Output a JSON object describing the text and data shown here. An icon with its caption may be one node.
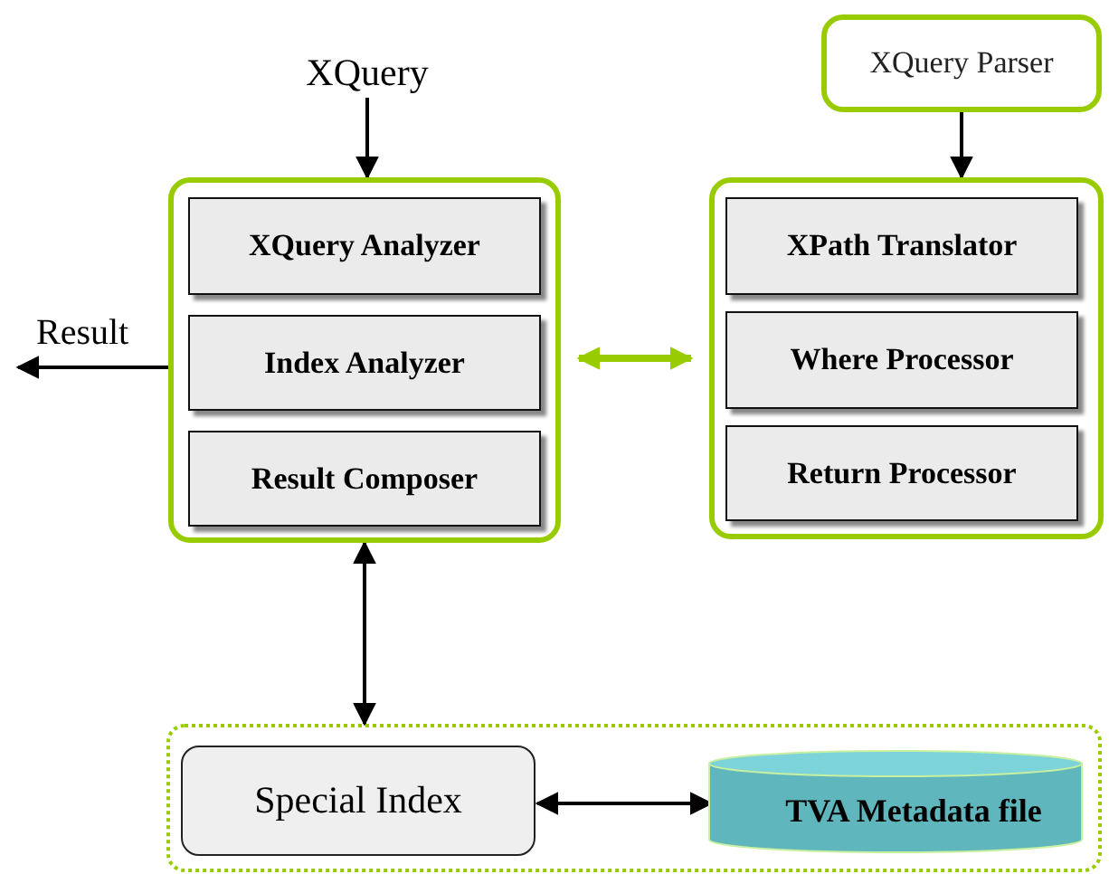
{
  "diagram": {
    "nodes": [
      {
        "text": [
          "XQuery"
        ]
      },
      {
        "text": [],
        "shape": "box"
      },
      {
        "text": [
          "XQuery Analyzer"
        ],
        "in": 1
      },
      {
        "text": [
          "Index Analyzer"
        ],
        "in": 1
      },
      {
        "text": [
          "Result Composer"
        ],
        "in": 1
      },
      {
        "text": [
          "XQuery Parser"
        ]
      },
      {
        "text": [],
        "shape": "box"
      },
      {
        "text": [
          "XPath Translator"
        ],
        "in": 6
      },
      {
        "text": [
          "Where Processor"
        ],
        "in": 6
      },
      {
        "text": [
          "Return Processor"
        ],
        "in": 6
      },
      {
        "text": [],
        "shape": "box"
      },
      {
        "text": [
          "Special Index"
        ],
        "in": 10
      },
      {
        "text": [
          "TVA Metadata file"
        ],
        "in": 10
      }
    ],
    "edges": [
      {
        "from": 0,
        "to": 1,
        "arrow": "to"
      },
      {
        "from": 1,
        "to": null,
        "arrow": "to",
        "label": "Result"
      },
      {
        "from": 5,
        "to": 6,
        "arrow": "to"
      },
      {
        "from": 1,
        "to": 6,
        "arrow": "both",
        "style": "thick",
        "color": "#99cc00"
      },
      {
        "from": 1,
        "to": 10,
        "arrow": "both"
      },
      {
        "from": 11,
        "to": 12,
        "arrow": "both"
      }
    ]
  }
}
